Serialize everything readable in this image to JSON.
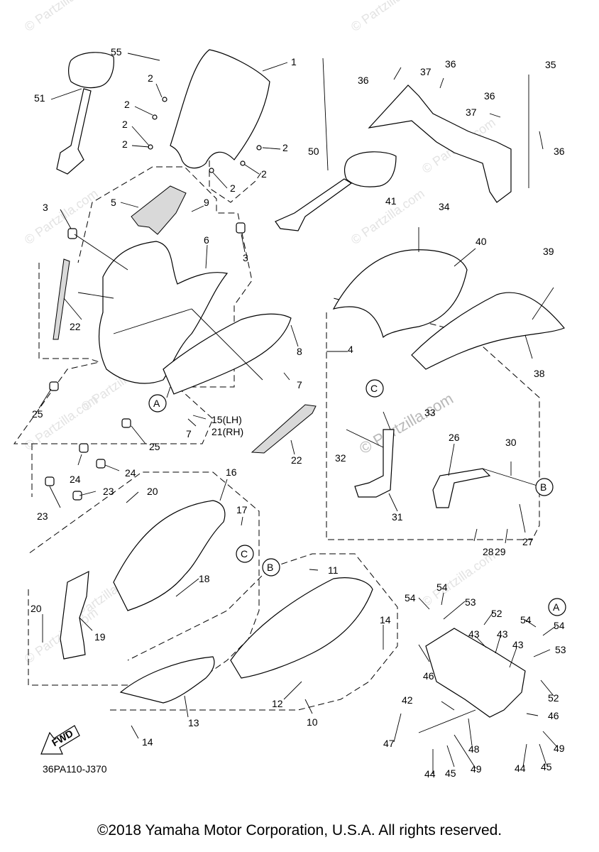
{
  "diagram_code": "36PA110-J370",
  "fwd_label": "FWD",
  "watermark": "© Partzilla.com",
  "copyright": "©2018 Yamaha Motor Corporation, U.S.A. All rights reserved.",
  "callouts": [
    {
      "id": "ref-a-1",
      "text": "A"
    },
    {
      "id": "ref-a-2",
      "text": "A"
    },
    {
      "id": "ref-b-1",
      "text": "B"
    },
    {
      "id": "ref-b-2",
      "text": "B"
    },
    {
      "id": "ref-c-1",
      "text": "C"
    },
    {
      "id": "ref-c-2",
      "text": "C"
    }
  ],
  "part_labels": [
    "1",
    "2",
    "2",
    "2",
    "2",
    "2",
    "2",
    "2",
    "3",
    "3",
    "4",
    "5",
    "6",
    "7",
    "7",
    "8",
    "9",
    "10",
    "11",
    "12",
    "13",
    "14",
    "14",
    "15(LH)",
    "21(RH)",
    "16",
    "17",
    "18",
    "19",
    "20",
    "20",
    "22",
    "22",
    "23",
    "23",
    "24",
    "24",
    "25",
    "25",
    "26",
    "27",
    "28",
    "29",
    "30",
    "31",
    "32",
    "33",
    "34",
    "35",
    "36",
    "36",
    "36",
    "36",
    "37",
    "37",
    "38",
    "39",
    "40",
    "41",
    "42",
    "43",
    "43",
    "43",
    "44",
    "44",
    "45",
    "45",
    "46",
    "46",
    "47",
    "48",
    "49",
    "49",
    "50",
    "51",
    "52",
    "52",
    "53",
    "53",
    "54",
    "54",
    "54",
    "54",
    "55"
  ]
}
